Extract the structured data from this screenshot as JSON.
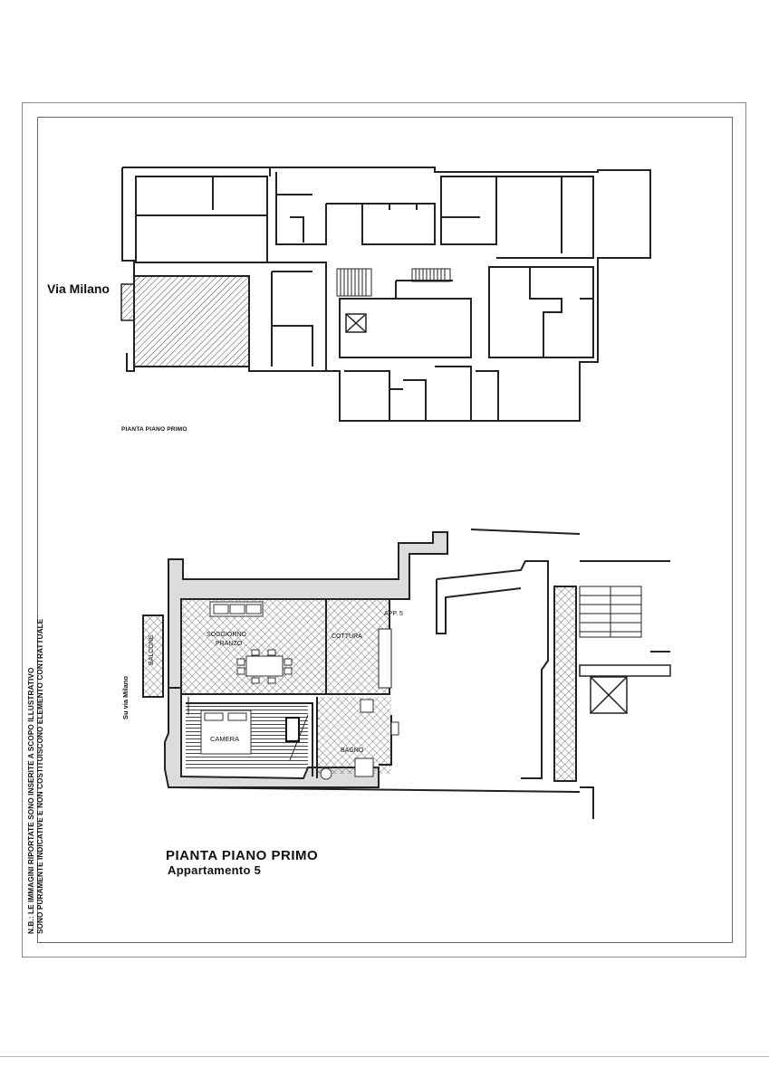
{
  "labels": {
    "via_milano": "Via Milano",
    "plan_caption_small": "PIANTA PIANO PRIMO",
    "title_line1": "PIANTA PIANO PRIMO",
    "title_line2": "Appartamento 5",
    "street_vertical": "Su via Milano",
    "note_line1": "N.B.: LE IMMAGINI RIPORTATE SONO INSERITE A SCOPO ILLUSTRATIVO",
    "note_line2": "SONO PURAMENTE INDICATIVE E NON COSTITUISCONO ELEMENTO CONTRATTUALE"
  },
  "rooms": {
    "soggiorno": "SOGGIORNO",
    "pranzo": "PRANZO",
    "cottura": "COTTURA",
    "app": "APP. 5",
    "camera": "CAMERA",
    "bagno": "BAGNO",
    "balcone": "BALCONE"
  },
  "colors": {
    "wall": "#2a2a2a",
    "wall_fill": "#d9d9d9",
    "hatch": "#555555"
  }
}
